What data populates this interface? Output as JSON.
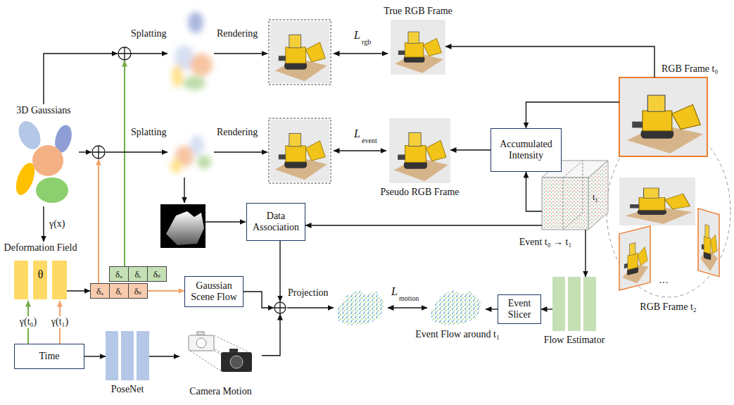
{
  "diagram": {
    "nodes": [
      {
        "text": [
          "True RGB Frame"
        ]
      },
      {
        "text": [
          "3D Gaussians"
        ]
      },
      {
        "text": [
          "Pseudo RGB Frame"
        ]
      },
      {
        "text": [
          "Accumulated Intensity"
        ]
      },
      {
        "text": [
          "RGB Frame t₀"
        ]
      },
      {
        "text": [
          "t₁",
          "Event t₀ → t₁"
        ]
      },
      {
        "text": [
          "Data Association"
        ]
      },
      {
        "text": [
          "Deformation Field",
          "θ"
        ]
      },
      {
        "text": [
          "δₓ",
          "δᵣ",
          "δₛ"
        ]
      },
      {
        "text": [
          "δₓ",
          "δᵣ",
          "δₛ"
        ]
      },
      {
        "text": [
          "Gaussian Scene Flow"
        ]
      },
      {
        "text": [
          "Projection"
        ]
      },
      {
        "text": [
          "Event Flow around t₁"
        ]
      },
      {
        "text": [
          "Event Slicer"
        ]
      },
      {
        "text": [
          "Flow Estimator"
        ]
      },
      {
        "text": [
          "RGB Frame t₂"
        ]
      },
      {
        "text": [
          "Time"
        ]
      },
      {
        "text": [
          "PoseNet"
        ]
      },
      {
        "text": [
          "Camera Motion"
        ]
      }
    ],
    "edges": [
      {
        "from": 4,
        "to": 0,
        "arrow": "to"
      },
      {
        "from": 4,
        "to": 3,
        "arrow": "to"
      },
      {
        "from": 5,
        "to": 3,
        "arrow": "to"
      },
      {
        "from": 3,
        "to": 2,
        "arrow": "to"
      },
      {
        "from": 5,
        "to": 6,
        "arrow": "to"
      },
      {
        "from": 5,
        "to": 14,
        "arrow": "to"
      },
      {
        "from": 14,
        "to": 13,
        "arrow": "to"
      },
      {
        "from": 13,
        "to": 12,
        "arrow": "to"
      },
      {
        "from": 6,
        "to": 11,
        "arrow": "to"
      },
      {
        "from": 10,
        "to": 11,
        "arrow": "to"
      },
      {
        "from": 18,
        "to": 11,
        "arrow": "to"
      },
      {
        "from": 16,
        "to": 17,
        "arrow": "to"
      },
      {
        "from": 17,
        "to": 18,
        "arrow": "to"
      },
      {
        "from": 7,
        "to": 9,
        "arrow": "to"
      },
      {
        "from": 9,
        "to": 10,
        "arrow": "to"
      },
      {
        "from": 1,
        "to": 7,
        "label": "γ(x)",
        "arrow": "to"
      },
      {
        "from": 16,
        "to": 7,
        "label": "γ(t₀)",
        "arrow": "to"
      },
      {
        "from": 16,
        "to": 7,
        "label": "γ(t₁)",
        "arrow": "to"
      }
    ],
    "labels": [
      "Splatting",
      "Rendering",
      "Splatting",
      "Rendering",
      "L",
      "rgb",
      "L",
      "event",
      "L",
      "motion",
      "…"
    ]
  }
}
